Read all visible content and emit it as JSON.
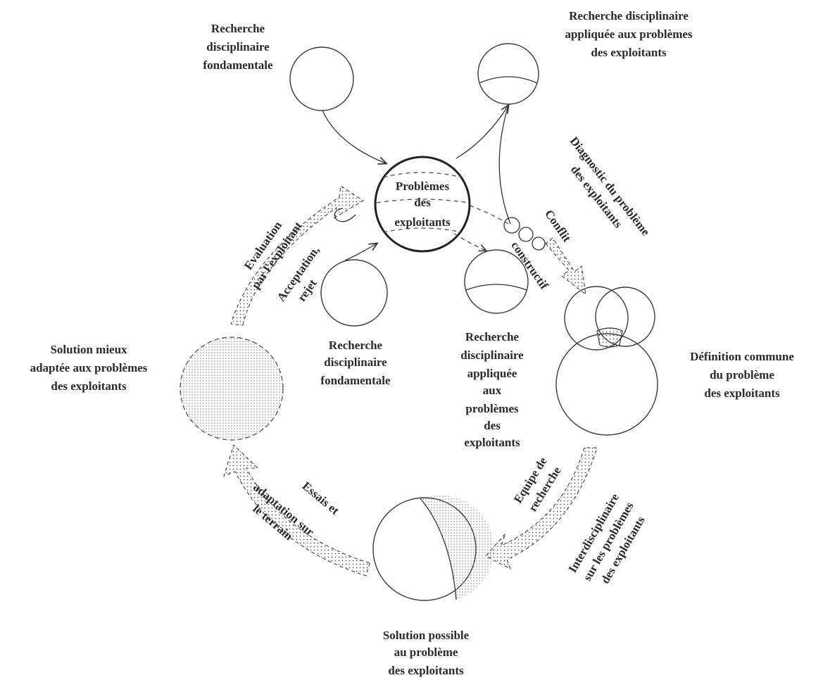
{
  "center": {
    "line1": "Problèmes",
    "line2": "des",
    "line3": "exploitants"
  },
  "nodes": {
    "fund_top": [
      "Recherche",
      "disciplinaire",
      "fondamentale"
    ],
    "applied_top": [
      "Recherche disciplinaire",
      "appliquée aux problèmes",
      "des exploitants"
    ],
    "fund_inner": [
      "Recherche",
      "disciplinaire",
      "fondamentale"
    ],
    "applied_inner": [
      "Recherche",
      "disciplinaire",
      "appliquée",
      "aux",
      "problèmes",
      "des",
      "exploitants"
    ],
    "common_def": [
      "Définition commune",
      "du problème",
      "des exploitants"
    ],
    "better_solution": [
      "Solution mieux",
      "adaptée aux problèmes",
      "des exploitants"
    ],
    "possible_solution": [
      "Solution possible",
      "au problème",
      "des exploitants"
    ]
  },
  "arrows": {
    "diagnostic": [
      "Diagnostic du problème",
      "des exploitants"
    ],
    "conflict": [
      "Conflit",
      "constructif"
    ],
    "team": [
      "Equipe de",
      "recherche"
    ],
    "interdisc": [
      "Interdisciplinaire",
      "sur les problèmes",
      "des exploitants"
    ],
    "trials": [
      "Essais et",
      "adaptation sur",
      "le terrain"
    ],
    "evaluation": [
      "Evaluation",
      "par l'exploitant"
    ],
    "acceptance": [
      "Acceptation,",
      "rejet"
    ]
  }
}
